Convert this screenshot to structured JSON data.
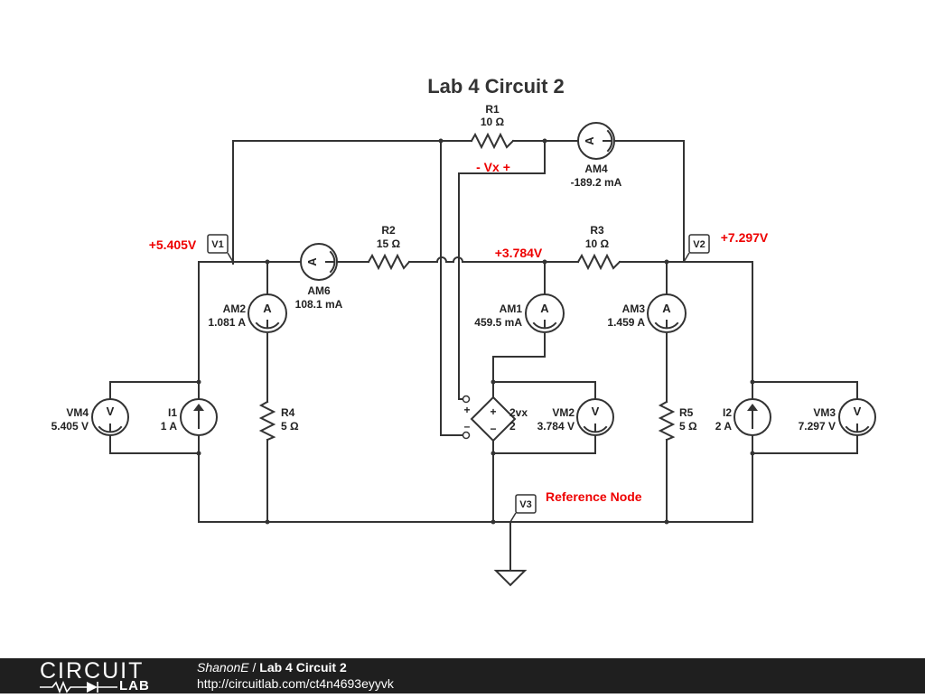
{
  "title": "Lab 4 Circuit 2",
  "components": {
    "R1": {
      "name": "R1",
      "value": "10 Ω"
    },
    "R2": {
      "name": "R2",
      "value": "15 Ω"
    },
    "R3": {
      "name": "R3",
      "value": "10 Ω"
    },
    "R4": {
      "name": "R4",
      "value": "5 Ω"
    },
    "R5": {
      "name": "R5",
      "value": "5 Ω"
    },
    "I1": {
      "name": "I1",
      "value": "1 A"
    },
    "I2": {
      "name": "I2",
      "value": "2 A"
    },
    "dep": {
      "name": "2vx",
      "value": "2"
    },
    "AM1": {
      "name": "AM1",
      "value": "459.5 mA"
    },
    "AM2": {
      "name": "AM2",
      "value": "1.081 A"
    },
    "AM3": {
      "name": "AM3",
      "value": "1.459 A"
    },
    "AM4": {
      "name": "AM4",
      "value": "-189.2 mA"
    },
    "AM6": {
      "name": "AM6",
      "value": "108.1 mA"
    },
    "VM2": {
      "name": "VM2",
      "value": "3.784 V"
    },
    "VM3": {
      "name": "VM3",
      "value": "7.297 V"
    },
    "VM4": {
      "name": "VM4",
      "value": "5.405 V"
    }
  },
  "probes": {
    "v1": "V1",
    "v2": "V2",
    "v3": "V3"
  },
  "annotations": {
    "v1_voltage": "+5.405V",
    "v2_voltage": "+7.297V",
    "mid_voltage": "+3.784V",
    "vx": "- Vx +",
    "ref": "Reference Node"
  },
  "symbols": {
    "ammeter": "A",
    "voltmeter": "V",
    "plus": "+",
    "minus": "−",
    "small_plus": "+",
    "small_minus": "–"
  },
  "footer": {
    "logo_top": "CIRCUIT",
    "logo_bottom": "LAB",
    "user": "ShanonE",
    "separator": " / ",
    "title": "Lab 4 Circuit 2",
    "url": "http://circuitlab.com/ct4n4693eyyvk"
  },
  "colors": {
    "accent": "#ee0000",
    "wire": "#333333",
    "footer_bg": "#1f1f1f"
  }
}
